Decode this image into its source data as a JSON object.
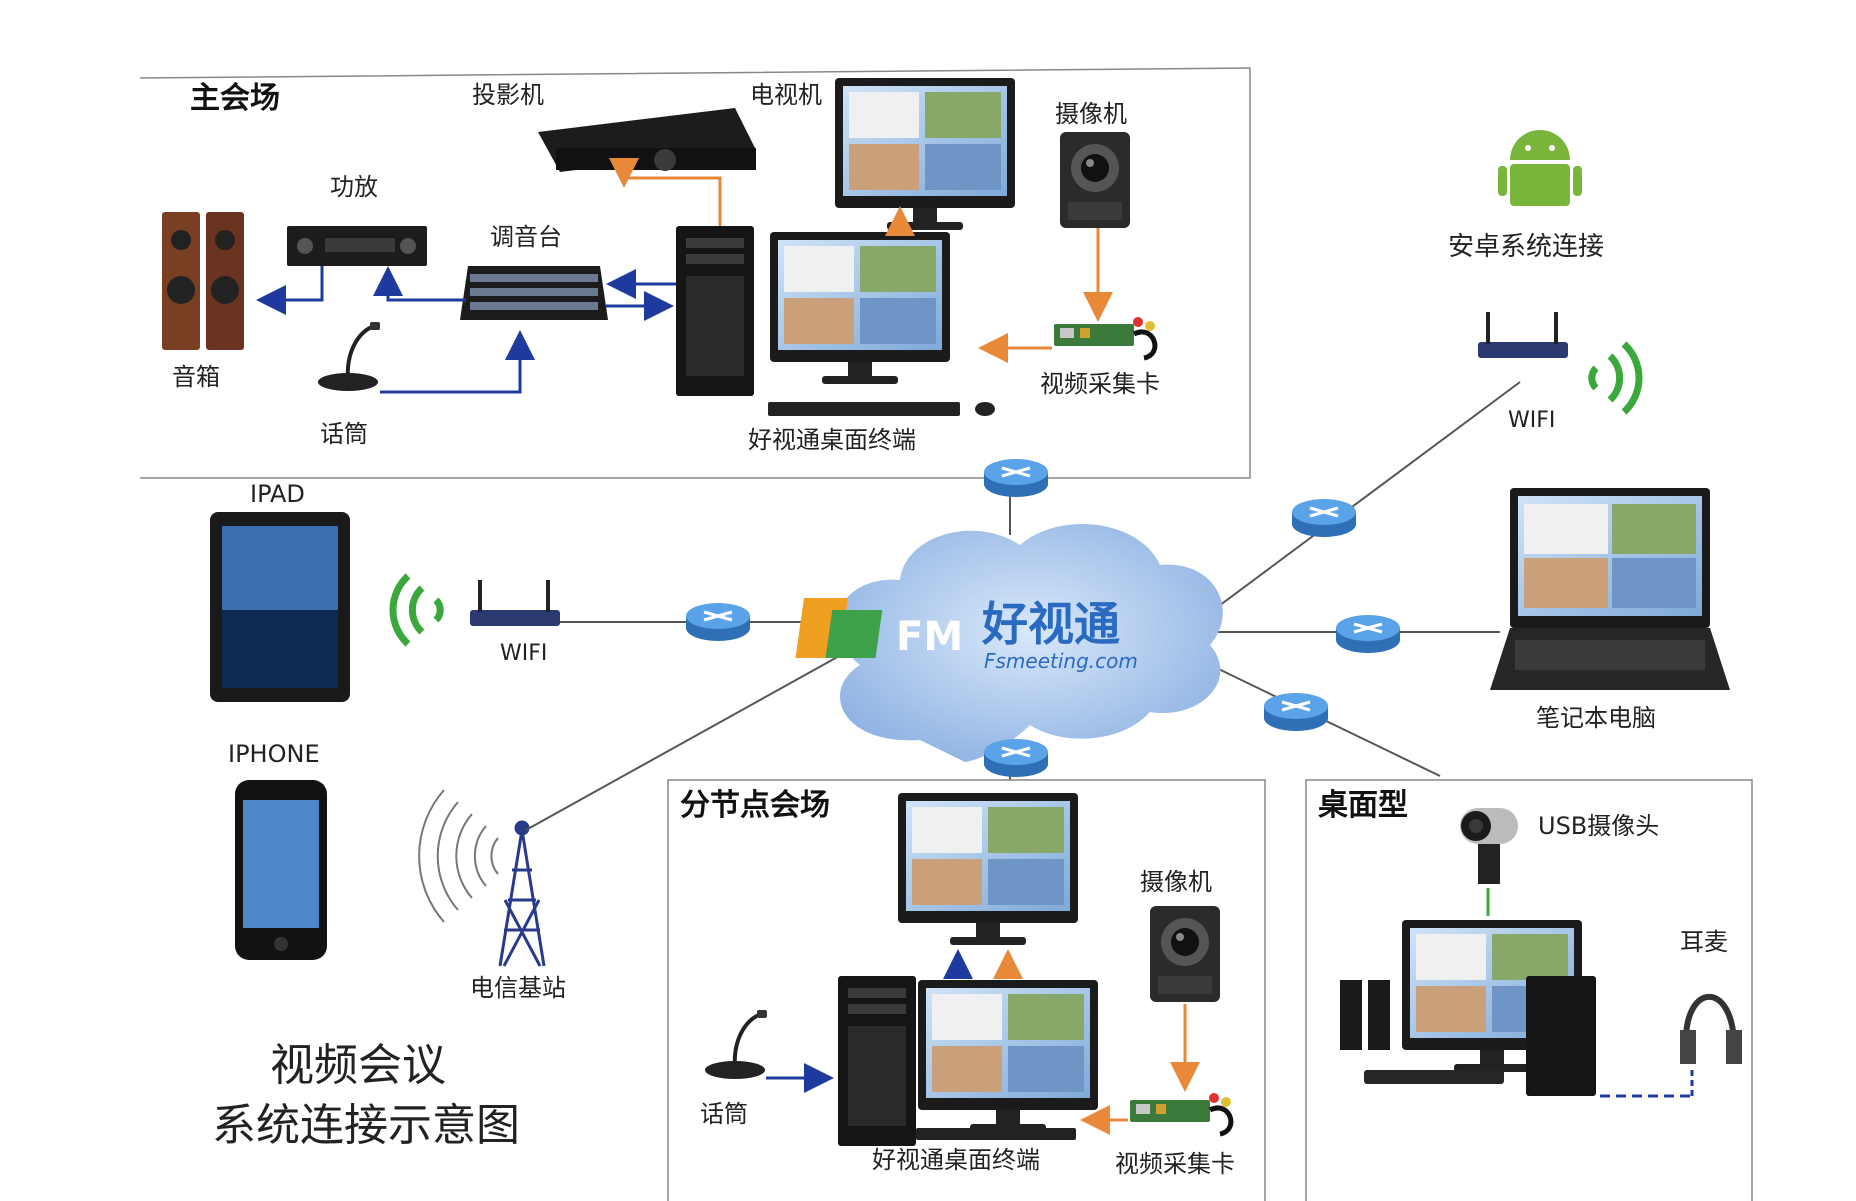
{
  "main_venue": {
    "title": "主会场",
    "projector": "投影机",
    "tv": "电视机",
    "camera": "摄像机",
    "amplifier": "功放",
    "mixer": "调音台",
    "speaker": "音箱",
    "microphone": "话筒",
    "terminal": "好视通桌面终端",
    "capture_card": "视频采集卡"
  },
  "android": {
    "label": "安卓系统连接",
    "wifi": "WIFI"
  },
  "left_devices": {
    "ipad": "IPAD",
    "wifi": "WIFI",
    "iphone": "IPHONE",
    "base_station": "电信基站"
  },
  "cloud": {
    "brand_logo": "FM",
    "brand_name": "好视通",
    "domain": "Fsmeeting.com"
  },
  "laptop": {
    "label": "笔记本电脑"
  },
  "branch_venue": {
    "title": "分节点会场",
    "camera": "摄像机",
    "microphone": "话筒",
    "terminal": "好视通桌面终端",
    "capture_card": "视频采集卡"
  },
  "desktop_type": {
    "title": "桌面型",
    "usb_camera": "USB摄像头",
    "headset": "耳麦"
  },
  "caption": {
    "line1": "视频会议",
    "line2": "系统连接示意图"
  },
  "colors": {
    "orange_arrow": "#e8893a",
    "blue_arrow": "#1f3a9e",
    "cloud": "#a9c6ec",
    "router": "#4a90d9",
    "wifi_signal": "#3aa83a"
  }
}
